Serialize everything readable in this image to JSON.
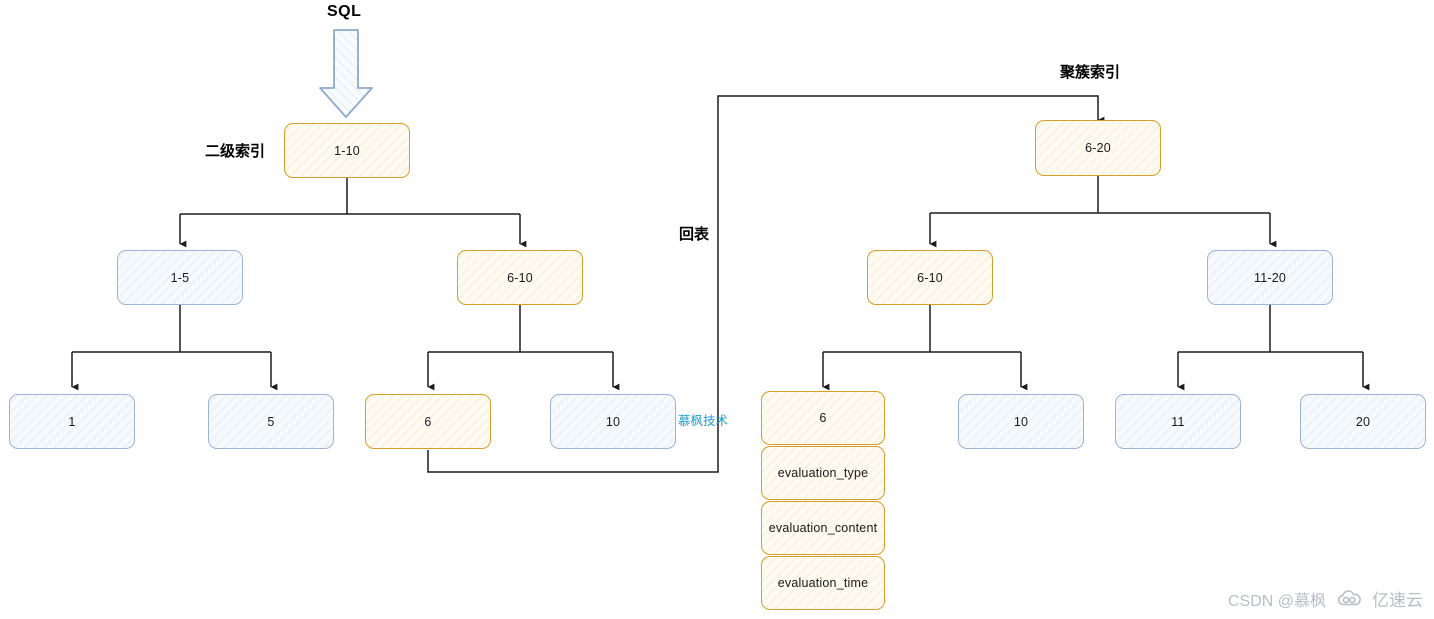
{
  "diagram": {
    "title_sql": "SQL",
    "label_secondary_index": "二级索引",
    "label_clustered_index": "聚簇索引",
    "label_back_to_table": "回表",
    "inline_watermark": "慕枫技术"
  },
  "secondary_index_tree": {
    "root": {
      "text": "1-10",
      "color": "orange"
    },
    "level2": [
      {
        "text": "1-5",
        "color": "blue"
      },
      {
        "text": "6-10",
        "color": "orange"
      }
    ],
    "leaves": [
      {
        "text": "1",
        "color": "blue"
      },
      {
        "text": "5",
        "color": "blue"
      },
      {
        "text": "6",
        "color": "orange"
      },
      {
        "text": "10",
        "color": "blue"
      }
    ]
  },
  "clustered_index_tree": {
    "root": {
      "text": "6-20",
      "color": "orange"
    },
    "level2": [
      {
        "text": "6-10",
        "color": "orange"
      },
      {
        "text": "11-20",
        "color": "blue"
      }
    ],
    "leaves": [
      {
        "text": "6",
        "color": "orange"
      },
      {
        "text": "10",
        "color": "blue"
      },
      {
        "text": "11",
        "color": "blue"
      },
      {
        "text": "20",
        "color": "blue"
      }
    ],
    "row_fields": [
      {
        "text": "evaluation_type",
        "color": "orange"
      },
      {
        "text": "evaluation_content",
        "color": "orange"
      },
      {
        "text": "evaluation_time",
        "color": "orange"
      }
    ]
  },
  "footer": {
    "csdn": "CSDN @慕枫",
    "brand": "亿速云"
  },
  "colors": {
    "orange_border": "#d69e2b",
    "orange_fill": "#fdfaf2",
    "blue_border": "#9cb4d8",
    "blue_fill": "#f7fafd",
    "connector": "#1c1c1c",
    "arrow_blue": "#8ea9cd",
    "watermark_blue": "#1e9ed0",
    "footer_gray": "#b8bec6"
  }
}
